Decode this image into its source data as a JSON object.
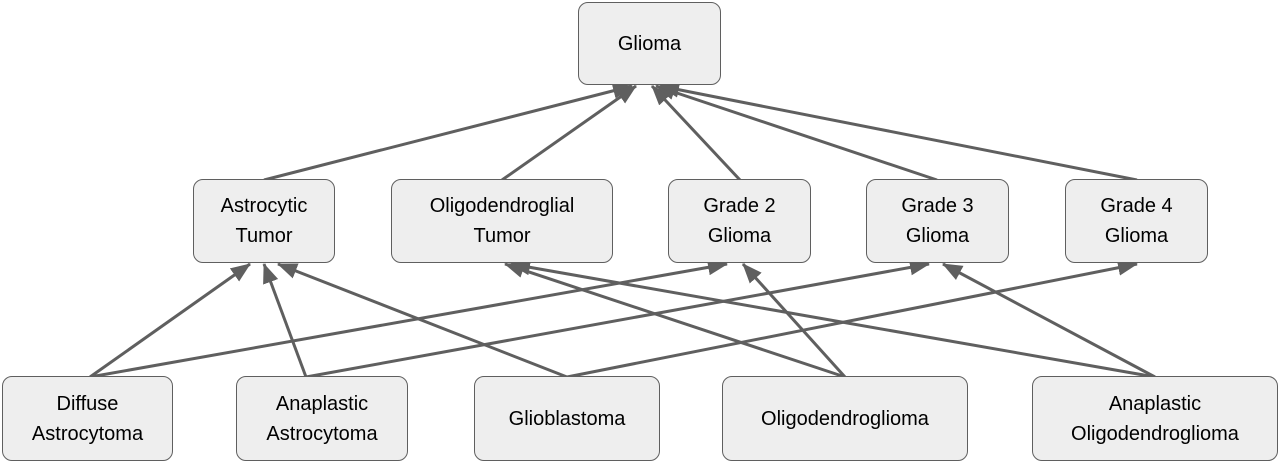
{
  "nodes": {
    "glioma": {
      "line1": "Glioma",
      "line2": ""
    },
    "astro": {
      "line1": "Astrocytic",
      "line2": "Tumor"
    },
    "oligo": {
      "line1": "Oligodendroglial",
      "line2": "Tumor"
    },
    "g2": {
      "line1": "Grade 2",
      "line2": "Glioma"
    },
    "g3": {
      "line1": "Grade 3",
      "line2": "Glioma"
    },
    "g4": {
      "line1": "Grade 4",
      "line2": "Glioma"
    },
    "diffuse": {
      "line1": "Diffuse",
      "line2": "Astrocytoma"
    },
    "anaastro": {
      "line1": "Anaplastic",
      "line2": "Astrocytoma"
    },
    "gbm": {
      "line1": "Glioblastoma",
      "line2": ""
    },
    "oligoma": {
      "line1": "Oligodendroglioma",
      "line2": ""
    },
    "anaoligo": {
      "line1": "Anaplastic",
      "line2": "Oligodendroglioma"
    }
  },
  "edges": [
    [
      "astro",
      "glioma"
    ],
    [
      "oligo",
      "glioma"
    ],
    [
      "g2",
      "glioma"
    ],
    [
      "g3",
      "glioma"
    ],
    [
      "g4",
      "glioma"
    ],
    [
      "diffuse",
      "astro"
    ],
    [
      "diffuse",
      "g2"
    ],
    [
      "anaastro",
      "astro"
    ],
    [
      "anaastro",
      "g3"
    ],
    [
      "gbm",
      "astro"
    ],
    [
      "gbm",
      "g4"
    ],
    [
      "oligoma",
      "oligo"
    ],
    [
      "oligoma",
      "g2"
    ],
    [
      "anaoligo",
      "oligo"
    ],
    [
      "anaoligo",
      "g3"
    ]
  ],
  "colors": {
    "node_fill": "#eeeeee",
    "node_border": "#5f5f5f",
    "edge": "#5f5f5f"
  }
}
